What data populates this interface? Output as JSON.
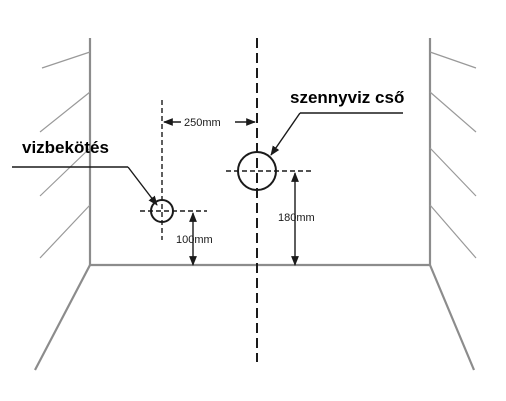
{
  "labels": {
    "water_inlet": "vizbekötés",
    "drain_pipe": "szennyviz cső"
  },
  "dimensions": {
    "horizontal_spacing": "250mm",
    "water_inlet_height": "100mm",
    "drain_height": "180mm"
  }
}
